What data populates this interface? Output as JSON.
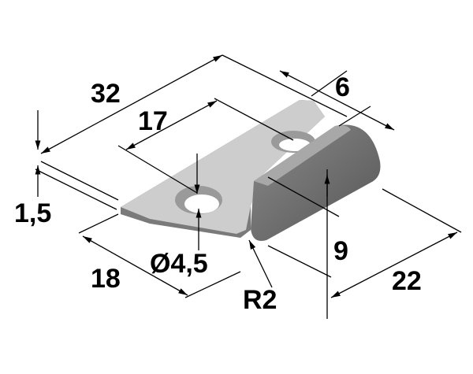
{
  "drawing": {
    "part": "bracket",
    "dimensions": {
      "length_total": "32",
      "hole_spacing": "17",
      "flange_thickness": "6",
      "plate_thickness": "1,5",
      "hole_offset": "18",
      "hole_diameter": "Ø4,5",
      "bend_radius": "R2",
      "flange_height": "9",
      "width": "22"
    },
    "colors": {
      "plate": "#c8c8c8",
      "flange": "#6e6e6e",
      "edge": "#8a8a8a"
    }
  }
}
